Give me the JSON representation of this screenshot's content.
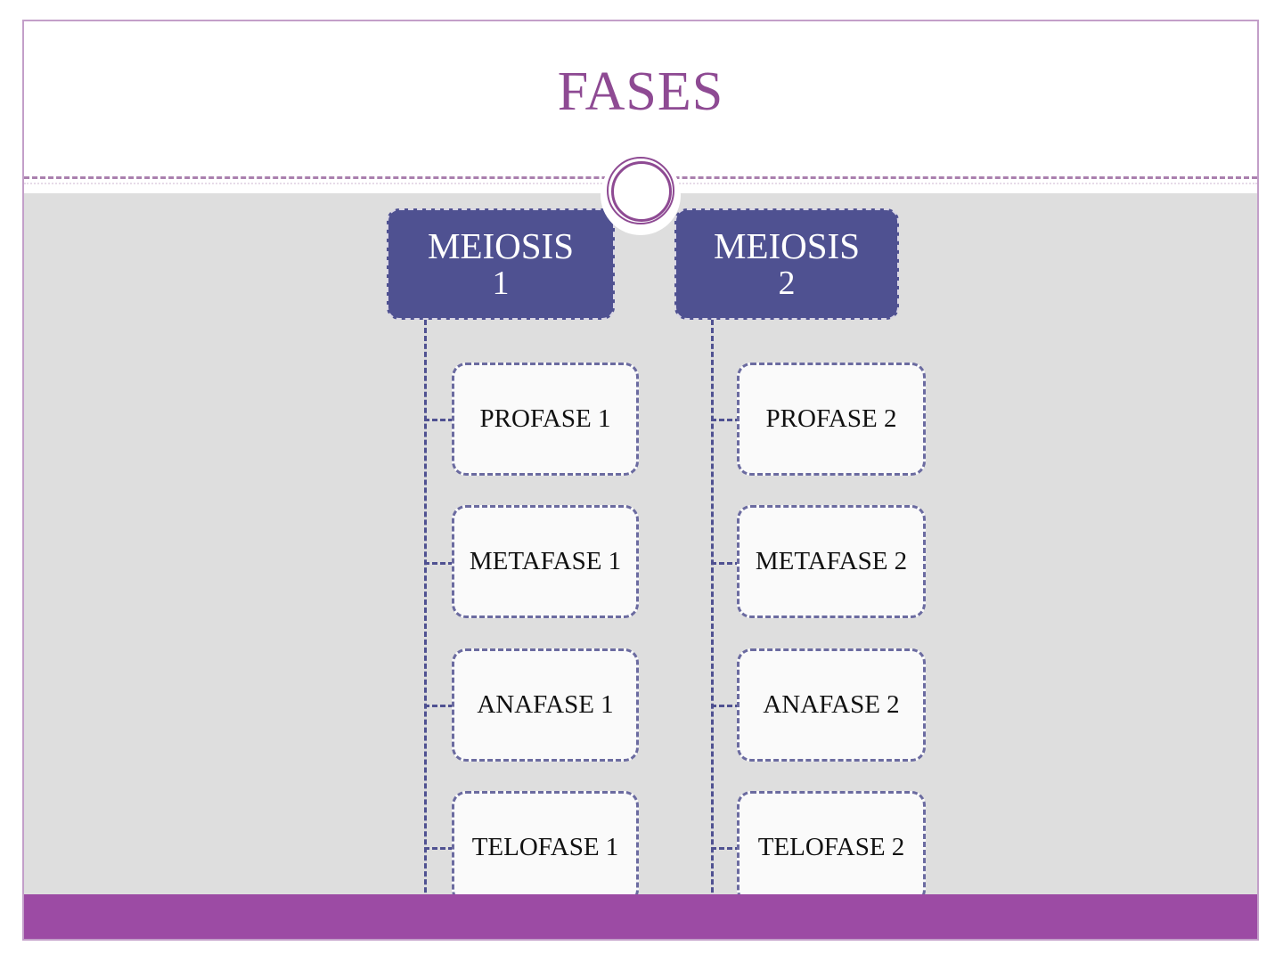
{
  "slide": {
    "title": "FASES",
    "accent_purple": "#8e4a93",
    "node_fill": "#4f5191",
    "panel_gray": "#dedede",
    "bottom_bar_color": "#9c4ba4",
    "border_color": "#c39fc9",
    "decor_icon": "double-ring-circle-icon"
  },
  "diagram": {
    "type": "tree",
    "branches": [
      {
        "root_label": "MEIOSIS",
        "root_number": "1",
        "phases": [
          {
            "name": "PROFASE",
            "number": "1",
            "display": "PROFASE 1",
            "wrap": false
          },
          {
            "name": "METAFASE",
            "number": "1",
            "display": "METAFASE 1",
            "wrap": true
          },
          {
            "name": "ANAFASE",
            "number": "1",
            "display": "ANAFASE 1",
            "wrap": false
          },
          {
            "name": "TELOFASE",
            "number": "1",
            "display": "TELOFASE 1",
            "wrap": true
          }
        ]
      },
      {
        "root_label": "MEIOSIS",
        "root_number": "2",
        "phases": [
          {
            "name": "PROFASE",
            "number": "2",
            "display": "PROFASE 2",
            "wrap": false
          },
          {
            "name": "METAFASE",
            "number": "2",
            "display": "METAFASE 2",
            "wrap": true
          },
          {
            "name": "ANAFASE",
            "number": "2",
            "display": "ANAFASE 2",
            "wrap": false
          },
          {
            "name": "TELOFASE",
            "number": "2",
            "display": "TELOFASE 2",
            "wrap": true
          }
        ]
      }
    ]
  }
}
